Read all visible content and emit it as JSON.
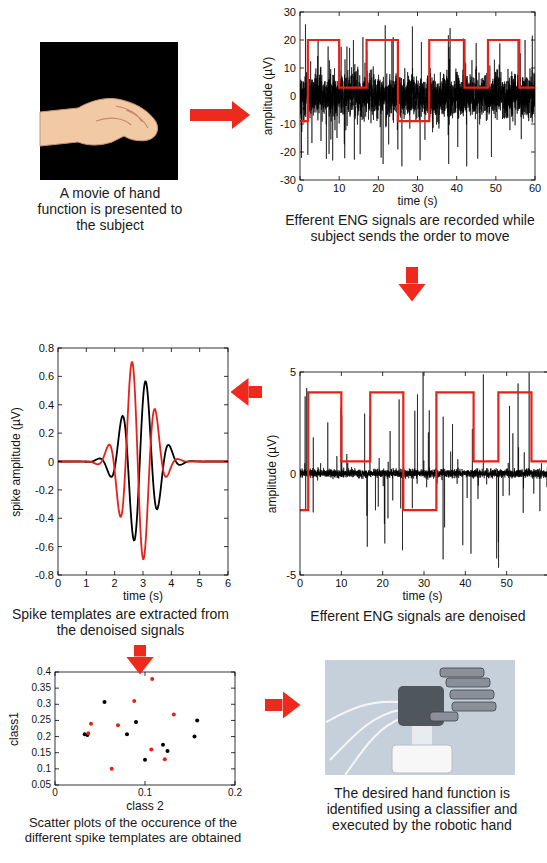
{
  "diagram": {
    "nodes": [
      {
        "text": [
          "A movie of hand function is presented to the subject"
        ]
      },
      {
        "text": [
          "Efferent ENG signals are recorded while subject sends the order to move"
        ]
      },
      {
        "text": [
          "Efferent ENG signals are denoised"
        ]
      },
      {
        "text": [
          "Spike templates are extracted from the denoised signals"
        ]
      },
      {
        "text": [
          "Scatter plots of the occurence of the different spike templates are obtained"
        ]
      },
      {
        "text": [
          "The desired hand function is identified using a classifier and executed by the robotic hand"
        ]
      }
    ],
    "edges": [
      {
        "from": 0,
        "to": 1,
        "arrow": "to"
      },
      {
        "from": 1,
        "to": 2,
        "arrow": "to"
      },
      {
        "from": 2,
        "to": 3,
        "arrow": "to"
      },
      {
        "from": 3,
        "to": 4,
        "arrow": "to"
      },
      {
        "from": 4,
        "to": 5,
        "arrow": "to"
      }
    ],
    "labels": [
      "30",
      "20",
      "10",
      "0",
      "-10",
      "-20",
      "-30",
      "0",
      "10",
      "20",
      "30",
      "40",
      "50",
      "60",
      "amplitude (µV)",
      "time (s)",
      "5",
      "0",
      "-5",
      "0",
      "10",
      "20",
      "30",
      "40",
      "50",
      "amplitude (µV)",
      "time (s)",
      "0.8",
      "0.6",
      "0.4",
      "0.2",
      "0",
      "-0.2",
      "-0.4",
      "-0.6",
      "-0.8",
      "0",
      "1",
      "2",
      "3",
      "4",
      "5",
      "6",
      "spike amplitude (µV)",
      "time (s)",
      "0.4",
      "0.35",
      "0.3",
      "0.25",
      "0.2",
      "0.15",
      "0.1",
      "0.05",
      "0",
      "0.1",
      "0.2",
      "class1",
      "class 2"
    ]
  }
}
